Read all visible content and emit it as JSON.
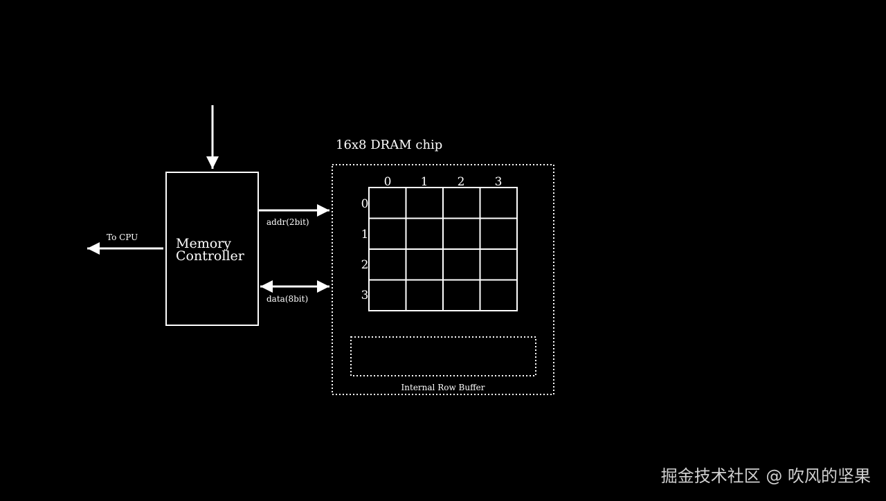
{
  "colors": {
    "background": "#000000",
    "foreground": "#ffffff",
    "watermark": "#d0d0d0"
  },
  "controller": {
    "line1": "Memory",
    "line2": "Controller"
  },
  "arrows": {
    "to_cpu": "To CPU",
    "addr": "addr(2bit)",
    "data": "data(8bit)"
  },
  "chip": {
    "title": "16x8 DRAM chip",
    "col_labels": [
      "0",
      "1",
      "2",
      "3"
    ],
    "row_labels": [
      "0",
      "1",
      "2",
      "3"
    ],
    "grid_rows": 4,
    "grid_cols": 4,
    "row_buffer_label": "Internal Row Buffer"
  },
  "watermark": "掘金技术社区 @ 吹风的坚果"
}
